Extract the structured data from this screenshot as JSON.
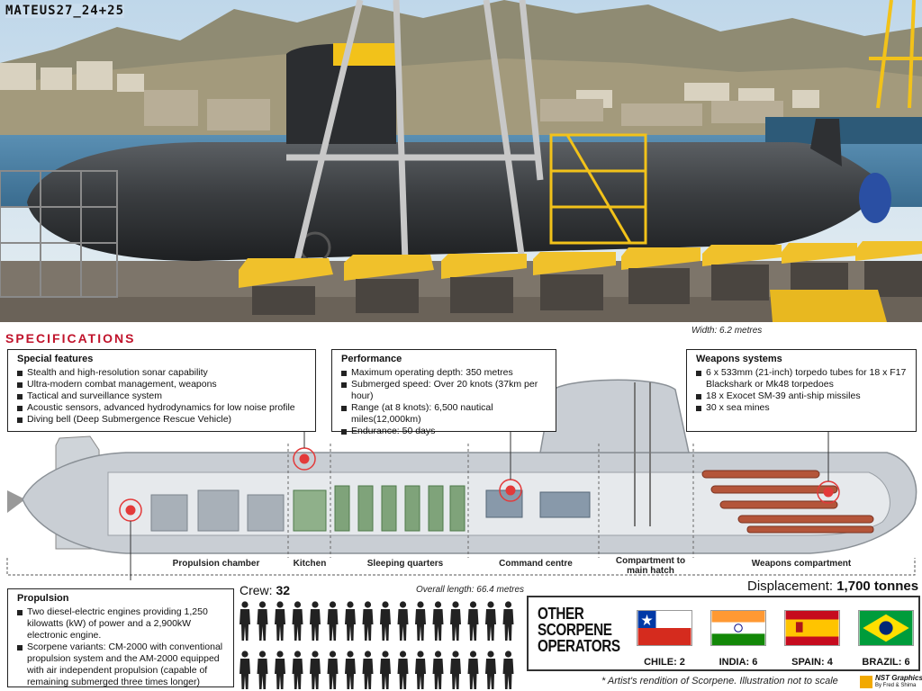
{
  "watermark": "MATEUS27_24+25",
  "specs_title": "SPECIFICATIONS",
  "width_label": "Width: 6.2 metres",
  "special": {
    "title": "Special features",
    "items": [
      "Stealth and high-resolution sonar capability",
      "Ultra-modern combat management, weapons",
      "Tactical and surveillance system",
      "Acoustic sensors, advanced hydrodynamics for low noise profile",
      "Diving bell (Deep Submergence Rescue Vehicle)"
    ]
  },
  "performance": {
    "title": "Performance",
    "items": [
      "Maximum operating depth: 350 metres",
      "Submerged speed: Over 20 knots (37km per hour)",
      "Range (at 8 knots): 6,500 nautical miles(12,000km)",
      "Endurance: 50 days"
    ]
  },
  "weapons": {
    "title": "Weapons systems",
    "items": [
      "6 x 533mm (21-inch) torpedo tubes for 18 x F17 Blackshark or Mk48 torpedoes",
      "18 x Exocet SM-39 anti-ship missiles",
      "30 x sea mines"
    ]
  },
  "compartments": {
    "propulsion": "Propulsion chamber",
    "kitchen": "Kitchen",
    "sleeping": "Sleeping quarters",
    "command": "Command centre",
    "hatch": "Compartment to main hatch",
    "weapons": "Weapons compartment"
  },
  "propulsion": {
    "title": "Propulsion",
    "items": [
      "Two diesel-electric engines providing 1,250 kilowatts (kW) of power and a 2,900kW electronic engine.",
      "Scorpene variants: CM-2000 with conventional propulsion system and the AM-2000 equipped with air independent propulsion (capable of remaining submerged three times longer)"
    ]
  },
  "crew": {
    "label": "Crew:",
    "value": "32",
    "count": 32
  },
  "overall_length": "Overall length: 66.4 metres",
  "displacement": {
    "label": "Displacement:",
    "value": "1,700 tonnes"
  },
  "operators": {
    "title_line1": "OTHER",
    "title_line2": "SCORPENE",
    "title_line3": "OPERATORS",
    "countries": [
      {
        "name": "CHILE: 2",
        "flag": "chile"
      },
      {
        "name": "INDIA: 6",
        "flag": "india"
      },
      {
        "name": "SPAIN: 4",
        "flag": "spain"
      },
      {
        "name": "BRAZIL: 6",
        "flag": "brazil"
      }
    ]
  },
  "footnote": "* Artist's rendition of Scorpene. Illustration not to scale",
  "credit": {
    "line1": "NST Graphics",
    "line2": "By Fred & Shima"
  },
  "colors": {
    "accent": "#c0132b",
    "hull": "#c9ced4",
    "crane": "#f2c21a"
  }
}
